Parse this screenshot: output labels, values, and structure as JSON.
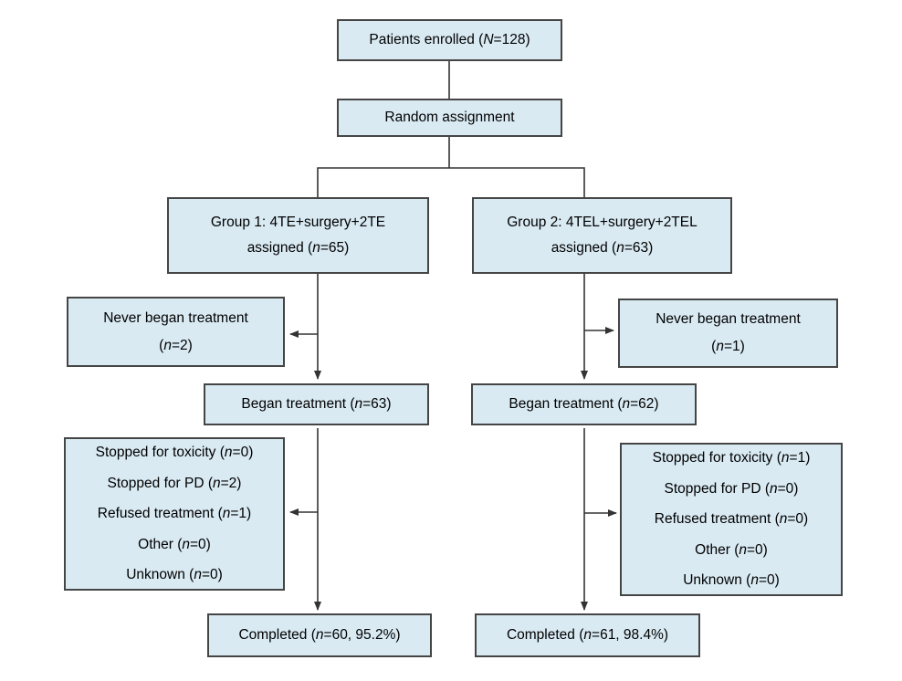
{
  "colors": {
    "background": "#ffffff",
    "box_fill": "#d9eaf3",
    "box_border": "#454545",
    "line": "#333333",
    "text": "#000000"
  },
  "boxes": {
    "enrolled": {
      "lines": [
        {
          "pre": "Patients enrolled (",
          "var": "N",
          "post": "=128)"
        }
      ]
    },
    "random": {
      "lines": [
        {
          "pre": "Random assignment",
          "var": "",
          "post": ""
        }
      ]
    },
    "group1": {
      "lines": [
        {
          "pre": "Group 1: 4TE+surgery+2TE",
          "var": "",
          "post": ""
        },
        {
          "pre": "assigned (",
          "var": "n",
          "post": "=65)"
        }
      ]
    },
    "group2": {
      "lines": [
        {
          "pre": "Group 2: 4TEL+surgery+2TEL",
          "var": "",
          "post": ""
        },
        {
          "pre": "assigned (",
          "var": "n",
          "post": "=63)"
        }
      ]
    },
    "never1": {
      "lines": [
        {
          "pre": "Never began treatment",
          "var": "",
          "post": ""
        },
        {
          "pre": "(",
          "var": "n",
          "post": "=2)"
        }
      ]
    },
    "never2": {
      "lines": [
        {
          "pre": "Never began treatment",
          "var": "",
          "post": ""
        },
        {
          "pre": "(",
          "var": "n",
          "post": "=1)"
        }
      ]
    },
    "began1": {
      "lines": [
        {
          "pre": "Began treatment (",
          "var": "n",
          "post": "=63)"
        }
      ]
    },
    "began2": {
      "lines": [
        {
          "pre": "Began treatment (",
          "var": "n",
          "post": "=62)"
        }
      ]
    },
    "stopped1": {
      "lines": [
        {
          "pre": "Stopped for toxicity (",
          "var": "n",
          "post": "=0)"
        },
        {
          "pre": "Stopped for PD (",
          "var": "n",
          "post": "=2)"
        },
        {
          "pre": "Refused treatment (",
          "var": "n",
          "post": "=1)"
        },
        {
          "pre": "Other (",
          "var": "n",
          "post": "=0)"
        },
        {
          "pre": "Unknown (",
          "var": "n",
          "post": "=0)"
        }
      ]
    },
    "stopped2": {
      "lines": [
        {
          "pre": "Stopped for toxicity (",
          "var": "n",
          "post": "=1)"
        },
        {
          "pre": "Stopped for PD (",
          "var": "n",
          "post": "=0)"
        },
        {
          "pre": "Refused treatment (",
          "var": "n",
          "post": "=0)"
        },
        {
          "pre": "Other (",
          "var": "n",
          "post": "=0)"
        },
        {
          "pre": "Unknown (",
          "var": "n",
          "post": "=0)"
        }
      ]
    },
    "completed1": {
      "lines": [
        {
          "pre": "Completed (",
          "var": "n",
          "post": "=60, 95.2%)"
        }
      ]
    },
    "completed2": {
      "lines": [
        {
          "pre": "Completed (",
          "var": "n",
          "post": "=61, 98.4%)"
        }
      ]
    }
  }
}
